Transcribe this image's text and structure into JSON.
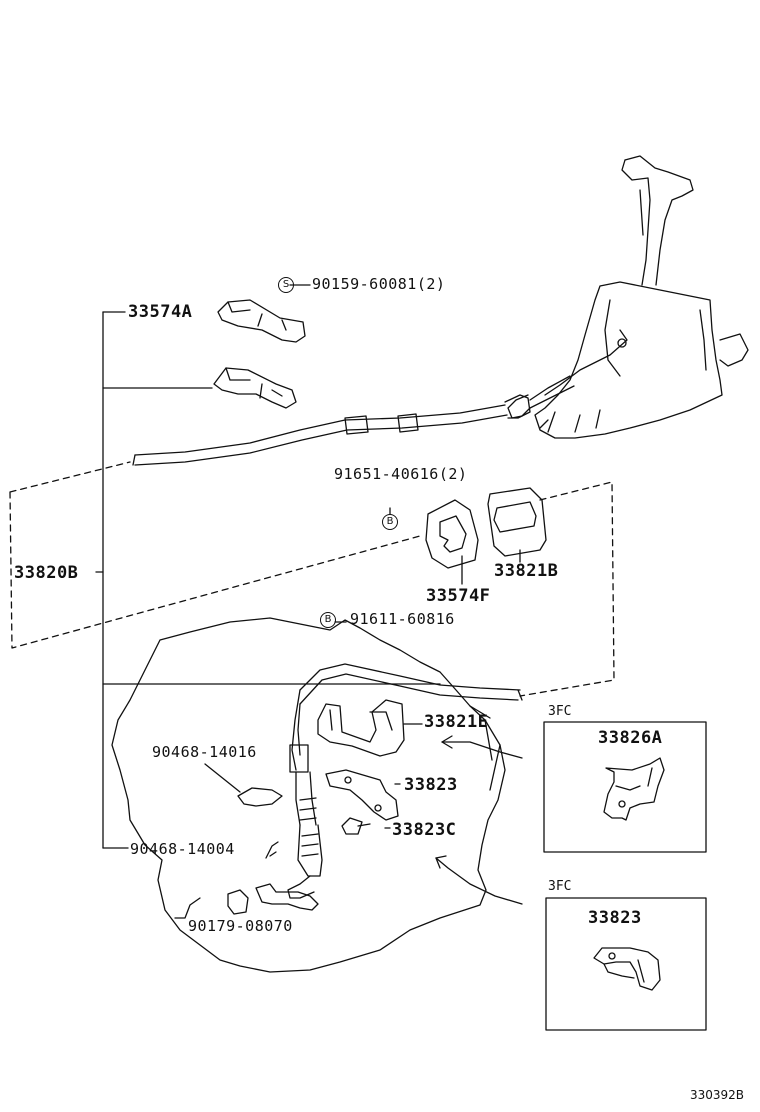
{
  "parts": {
    "p90159": "90159-60081(2)",
    "p33574A": "33574A",
    "p91651": "91651-40616(2)",
    "p33820B": "33820B",
    "p33574F": "33574F",
    "p33821B": "33821B",
    "p91611": "91611-60816",
    "p33821E": "33821E",
    "p90468a": "90468-14016",
    "p33823": "33823",
    "p33823C": "33823C",
    "p90468b": "90468-14004",
    "p90179": "90179-08070"
  },
  "symbols": {
    "s_marker": "S",
    "b_marker_1": "B",
    "b_marker_2": "B"
  },
  "insets": {
    "inset1_tag": "3FC",
    "inset1_part": "33826A",
    "inset2_tag": "3FC",
    "inset2_part": "33823"
  },
  "footer": {
    "code": "330392B"
  }
}
